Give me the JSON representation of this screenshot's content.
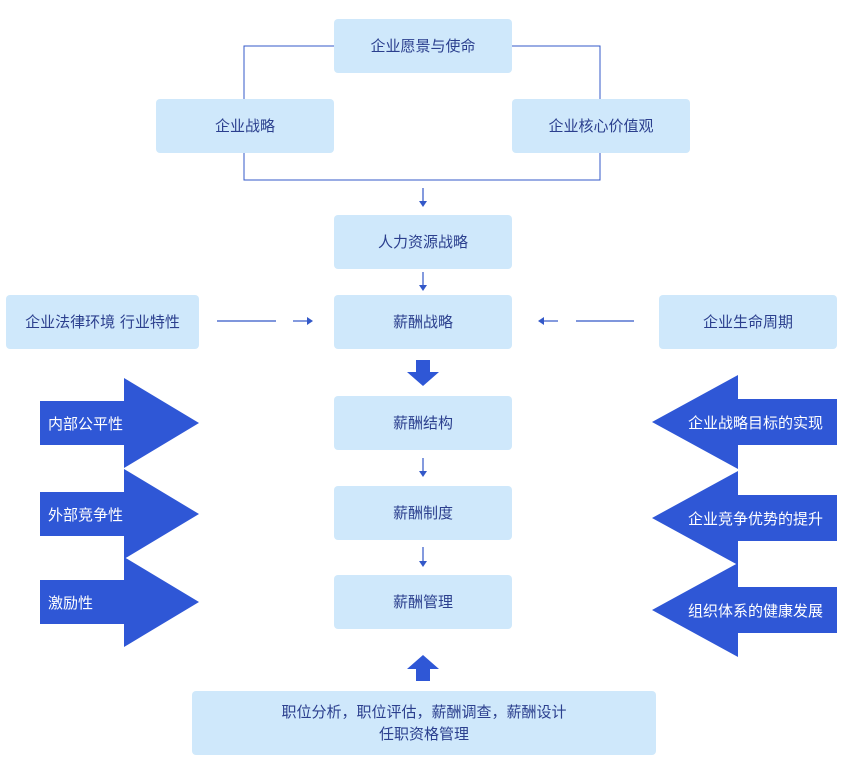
{
  "nodes": {
    "vision": "企业愿景与使命",
    "strategy": "企业战略",
    "core_values": "企业核心价值观",
    "hr_strategy": "人力资源战略",
    "comp_strategy": "薪酬战略",
    "legal_env": "企业法律环境 行业特性",
    "lifecycle": "企业生命周期",
    "comp_structure": "薪酬结构",
    "comp_system": "薪酬制度",
    "comp_management": "薪酬管理",
    "foundation_line1": "职位分析，职位评估，薪酬调查，薪酬设计",
    "foundation_line2": "任职资格管理"
  },
  "left_arrows": [
    "内部公平性",
    "外部竞争性",
    "激励性"
  ],
  "right_arrows": [
    "企业战略目标的实现",
    "企业竞争优势的提升",
    "组织体系的健康发展"
  ],
  "colors": {
    "box_fill": "#cfe8fb",
    "box_text": "#2b3f8e",
    "accent_blue": "#2f57d6",
    "line_blue": "#3358c8"
  }
}
